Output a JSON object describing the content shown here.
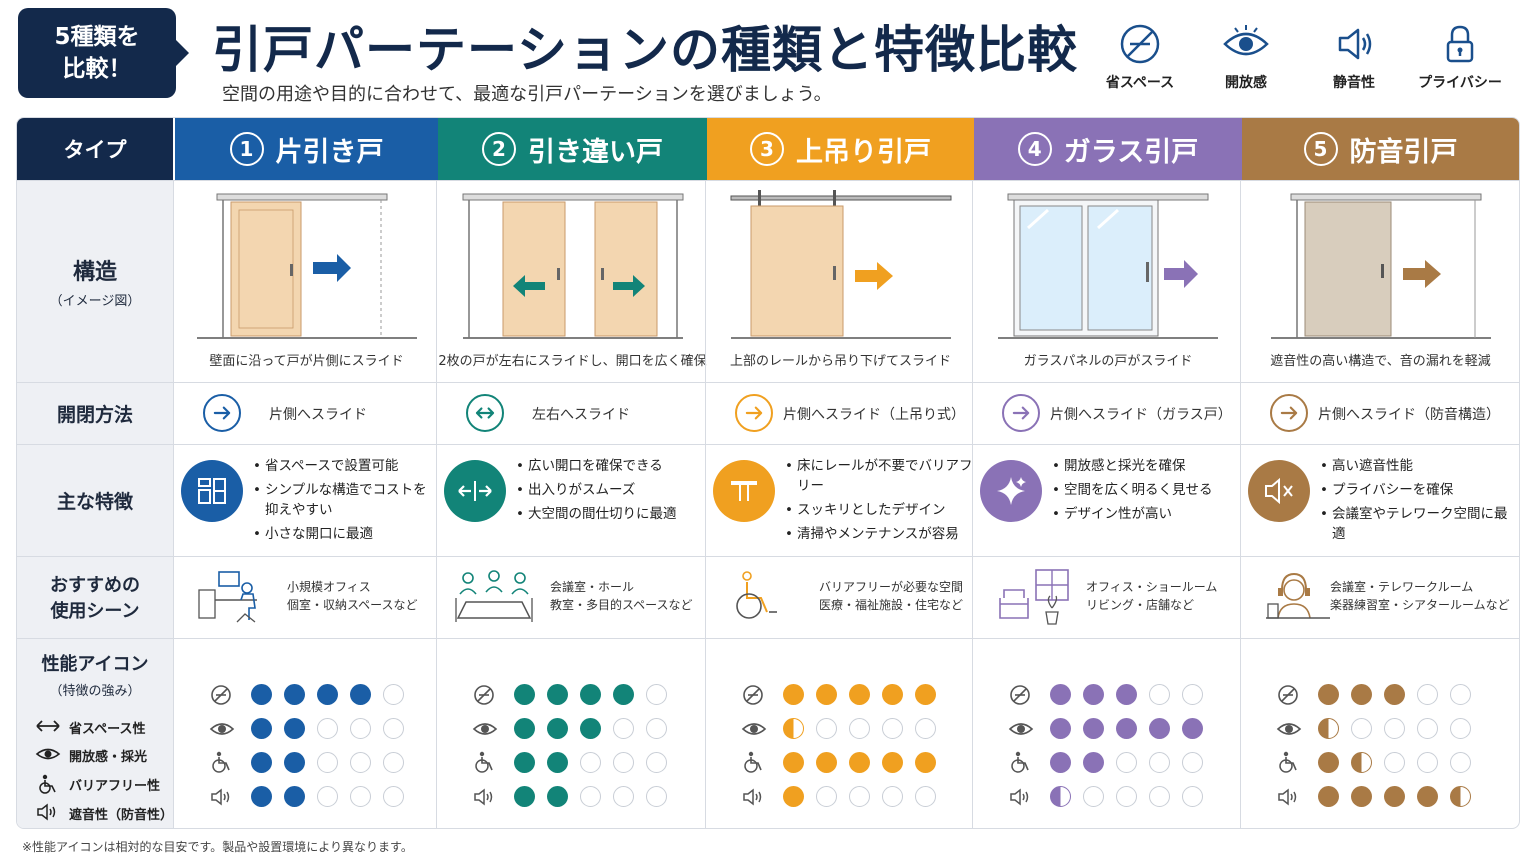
{
  "badge": {
    "line1": "5種類を",
    "line2": "比較！"
  },
  "title": "引戸パーテーションの種類と特徴比較",
  "subtitle": "空間の用途や目的に合わせて、最適な引戸パーテーションを選びましょう。",
  "legend": [
    {
      "icon": "space-saving-icon",
      "label": "省スペース"
    },
    {
      "icon": "eye-icon",
      "label": "開放感"
    },
    {
      "icon": "speaker-icon",
      "label": "静音性"
    },
    {
      "icon": "lock-icon",
      "label": "プライバシー"
    }
  ],
  "row_labels": {
    "type": "タイプ",
    "structure": "構造",
    "structure_sub": "（イメージ図）",
    "method": "開閉方法",
    "features": "主な特徴",
    "scene_line1": "おすすめの",
    "scene_line2": "使用シーン",
    "perf": "性能アイコン",
    "perf_sub": "（特徴の強み）"
  },
  "perf_labels": [
    "省スペース性",
    "開放感・採光",
    "バリアフリー性",
    "遮音性（防音性）"
  ],
  "types": [
    {
      "num": "1",
      "name": "片引き戸",
      "color": "#1a5ea6",
      "caption": "壁面に沿って戸が片側にスライド",
      "method": "片側へスライド",
      "features": [
        "省スペースで設置可能",
        "シンプルな構造でコストを抑えやすい",
        "小さな開口に最適"
      ],
      "scene1": "小規模オフィス",
      "scene2": "個室・収納スペースなど",
      "perf": [
        4,
        2,
        2,
        2
      ]
    },
    {
      "num": "2",
      "name": "引き違い戸",
      "color": "#128478",
      "caption": "2枚の戸が左右にスライドし、開口を広く確保",
      "method": "左右へスライド",
      "features": [
        "広い開口を確保できる",
        "出入りがスムーズ",
        "大空間の間仕切りに最適"
      ],
      "scene1": "会議室・ホール",
      "scene2": "教室・多目的スペースなど",
      "perf": [
        4,
        3,
        2,
        2
      ]
    },
    {
      "num": "3",
      "name": "上吊り引戸",
      "color": "#f0a020",
      "caption": "上部のレールから吊り下げてスライド",
      "method": "片側へスライド（上吊り式）",
      "features": [
        "床にレールが不要でバリアフリー",
        "スッキリとしたデザイン",
        "清掃やメンテナンスが容易"
      ],
      "scene1": "バリアフリーが必要な空間",
      "scene2": "医療・福祉施設・住宅など",
      "perf": [
        5,
        0.5,
        5,
        1
      ]
    },
    {
      "num": "4",
      "name": "ガラス引戸",
      "color": "#8a72b6",
      "caption": "ガラスパネルの戸がスライド",
      "method": "片側へスライド（ガラス戸）",
      "features": [
        "開放感と採光を確保",
        "空間を広く明るく見せる",
        "デザイン性が高い"
      ],
      "scene1": "オフィス・ショールーム",
      "scene2": "リビング・店舗など",
      "perf": [
        3,
        5,
        2,
        0.5
      ]
    },
    {
      "num": "5",
      "name": "防音引戸",
      "color": "#a97a45",
      "caption": "遮音性の高い構造で、音の漏れを軽減",
      "method": "片側へスライド（防音構造）",
      "features": [
        "高い遮音性能",
        "プライバシーを確保",
        "会議室やテレワーク空間に最適"
      ],
      "scene1": "会議室・テレワークルーム",
      "scene2": "楽器練習室・シアタールームなど",
      "perf": [
        3,
        0.5,
        1.5,
        4.5
      ]
    }
  ],
  "footnote": "※性能アイコンは相対的な目安です。製品や設置環境により異なります。"
}
